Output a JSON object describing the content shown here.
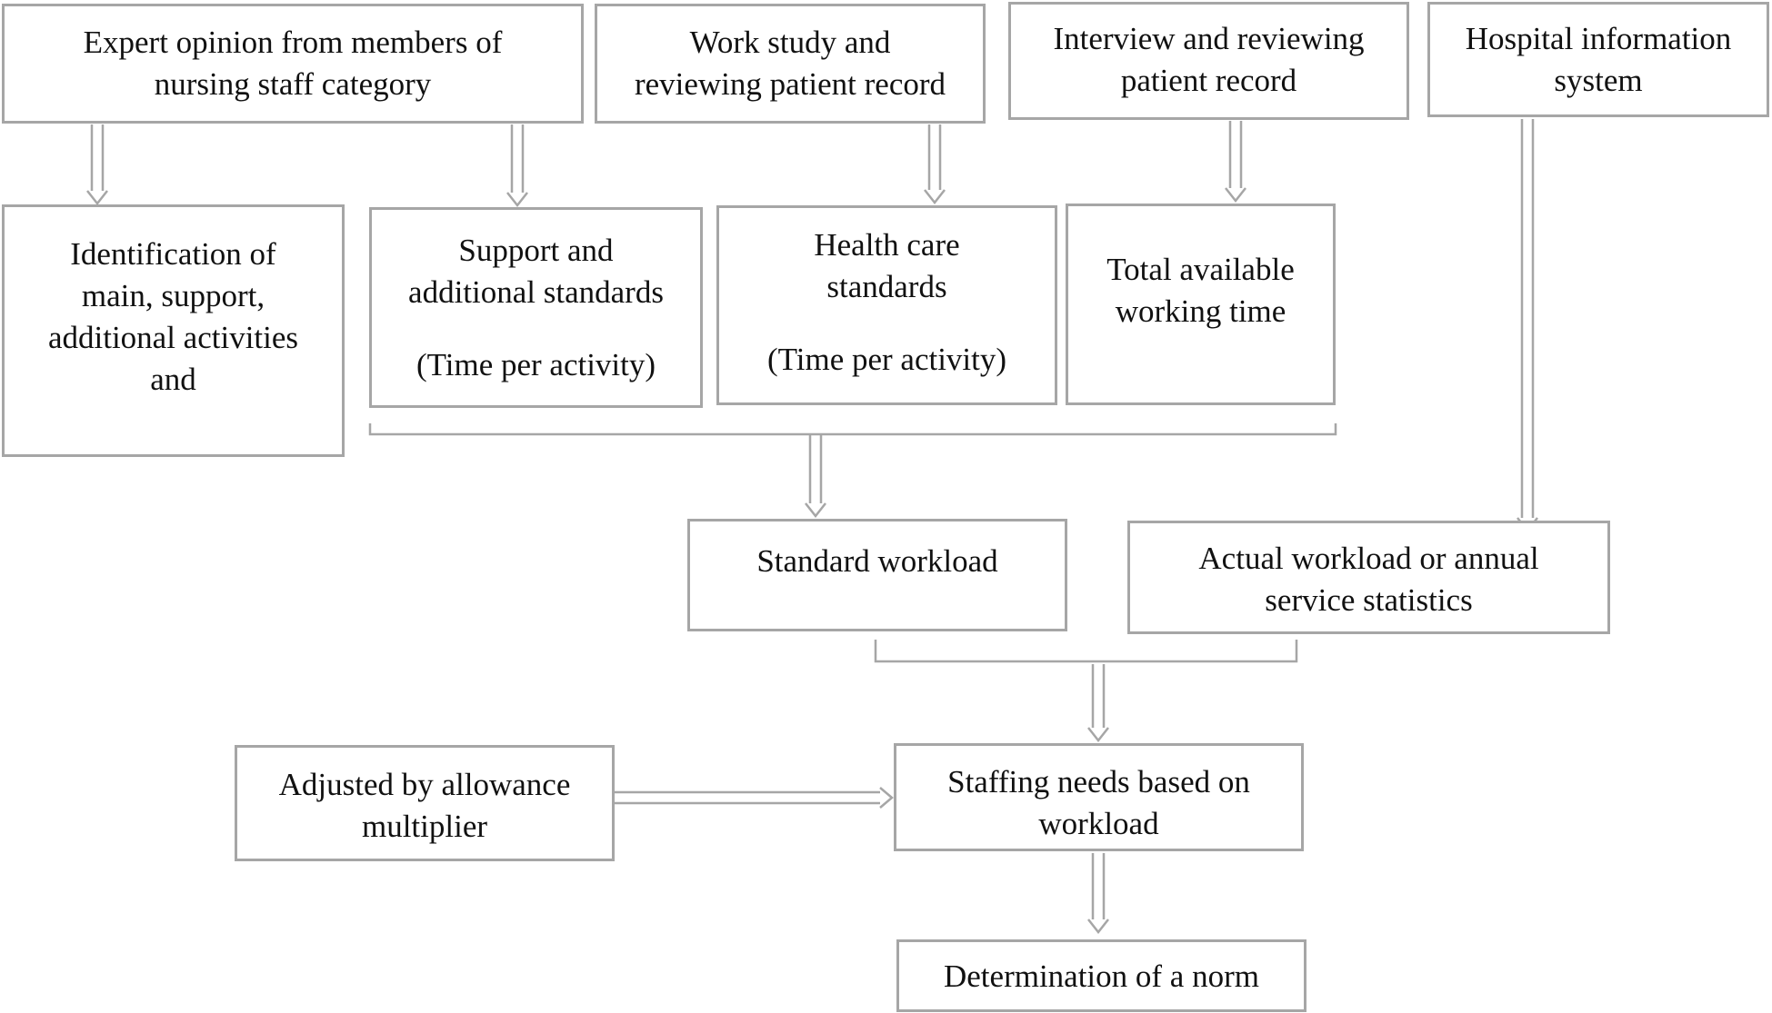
{
  "theme": {
    "box_border": "#a6a6a6",
    "arrow_color": "#a6a6a6",
    "text_color": "#111111"
  },
  "diagram": {
    "source_expert_opinion": [
      "Expert opinion from members of",
      "nursing staff category"
    ],
    "source_work_study": [
      "Work study and",
      "reviewing patient record"
    ],
    "source_interview": [
      "Interview and reviewing",
      "patient record"
    ],
    "source_his": [
      "Hospital information",
      "system"
    ],
    "activities_identification": [
      "Identification of",
      "main, support,",
      "additional activities",
      "and"
    ],
    "support_standards": [
      "Support and",
      "additional standards",
      "(Time per activity)"
    ],
    "health_care_standards": [
      "Health care",
      "standards",
      "(Time per activity)"
    ],
    "available_working_time": [
      "Total available",
      "working time"
    ],
    "standard_workload": "Standard workload",
    "actual_workload": [
      "Actual workload or annual",
      "service statistics"
    ],
    "allowance_multiplier": [
      "Adjusted by allowance",
      "multiplier"
    ],
    "staffing_needs": [
      "Staffing needs based on",
      "workload"
    ],
    "norm_determination": "Determination of a norm"
  }
}
